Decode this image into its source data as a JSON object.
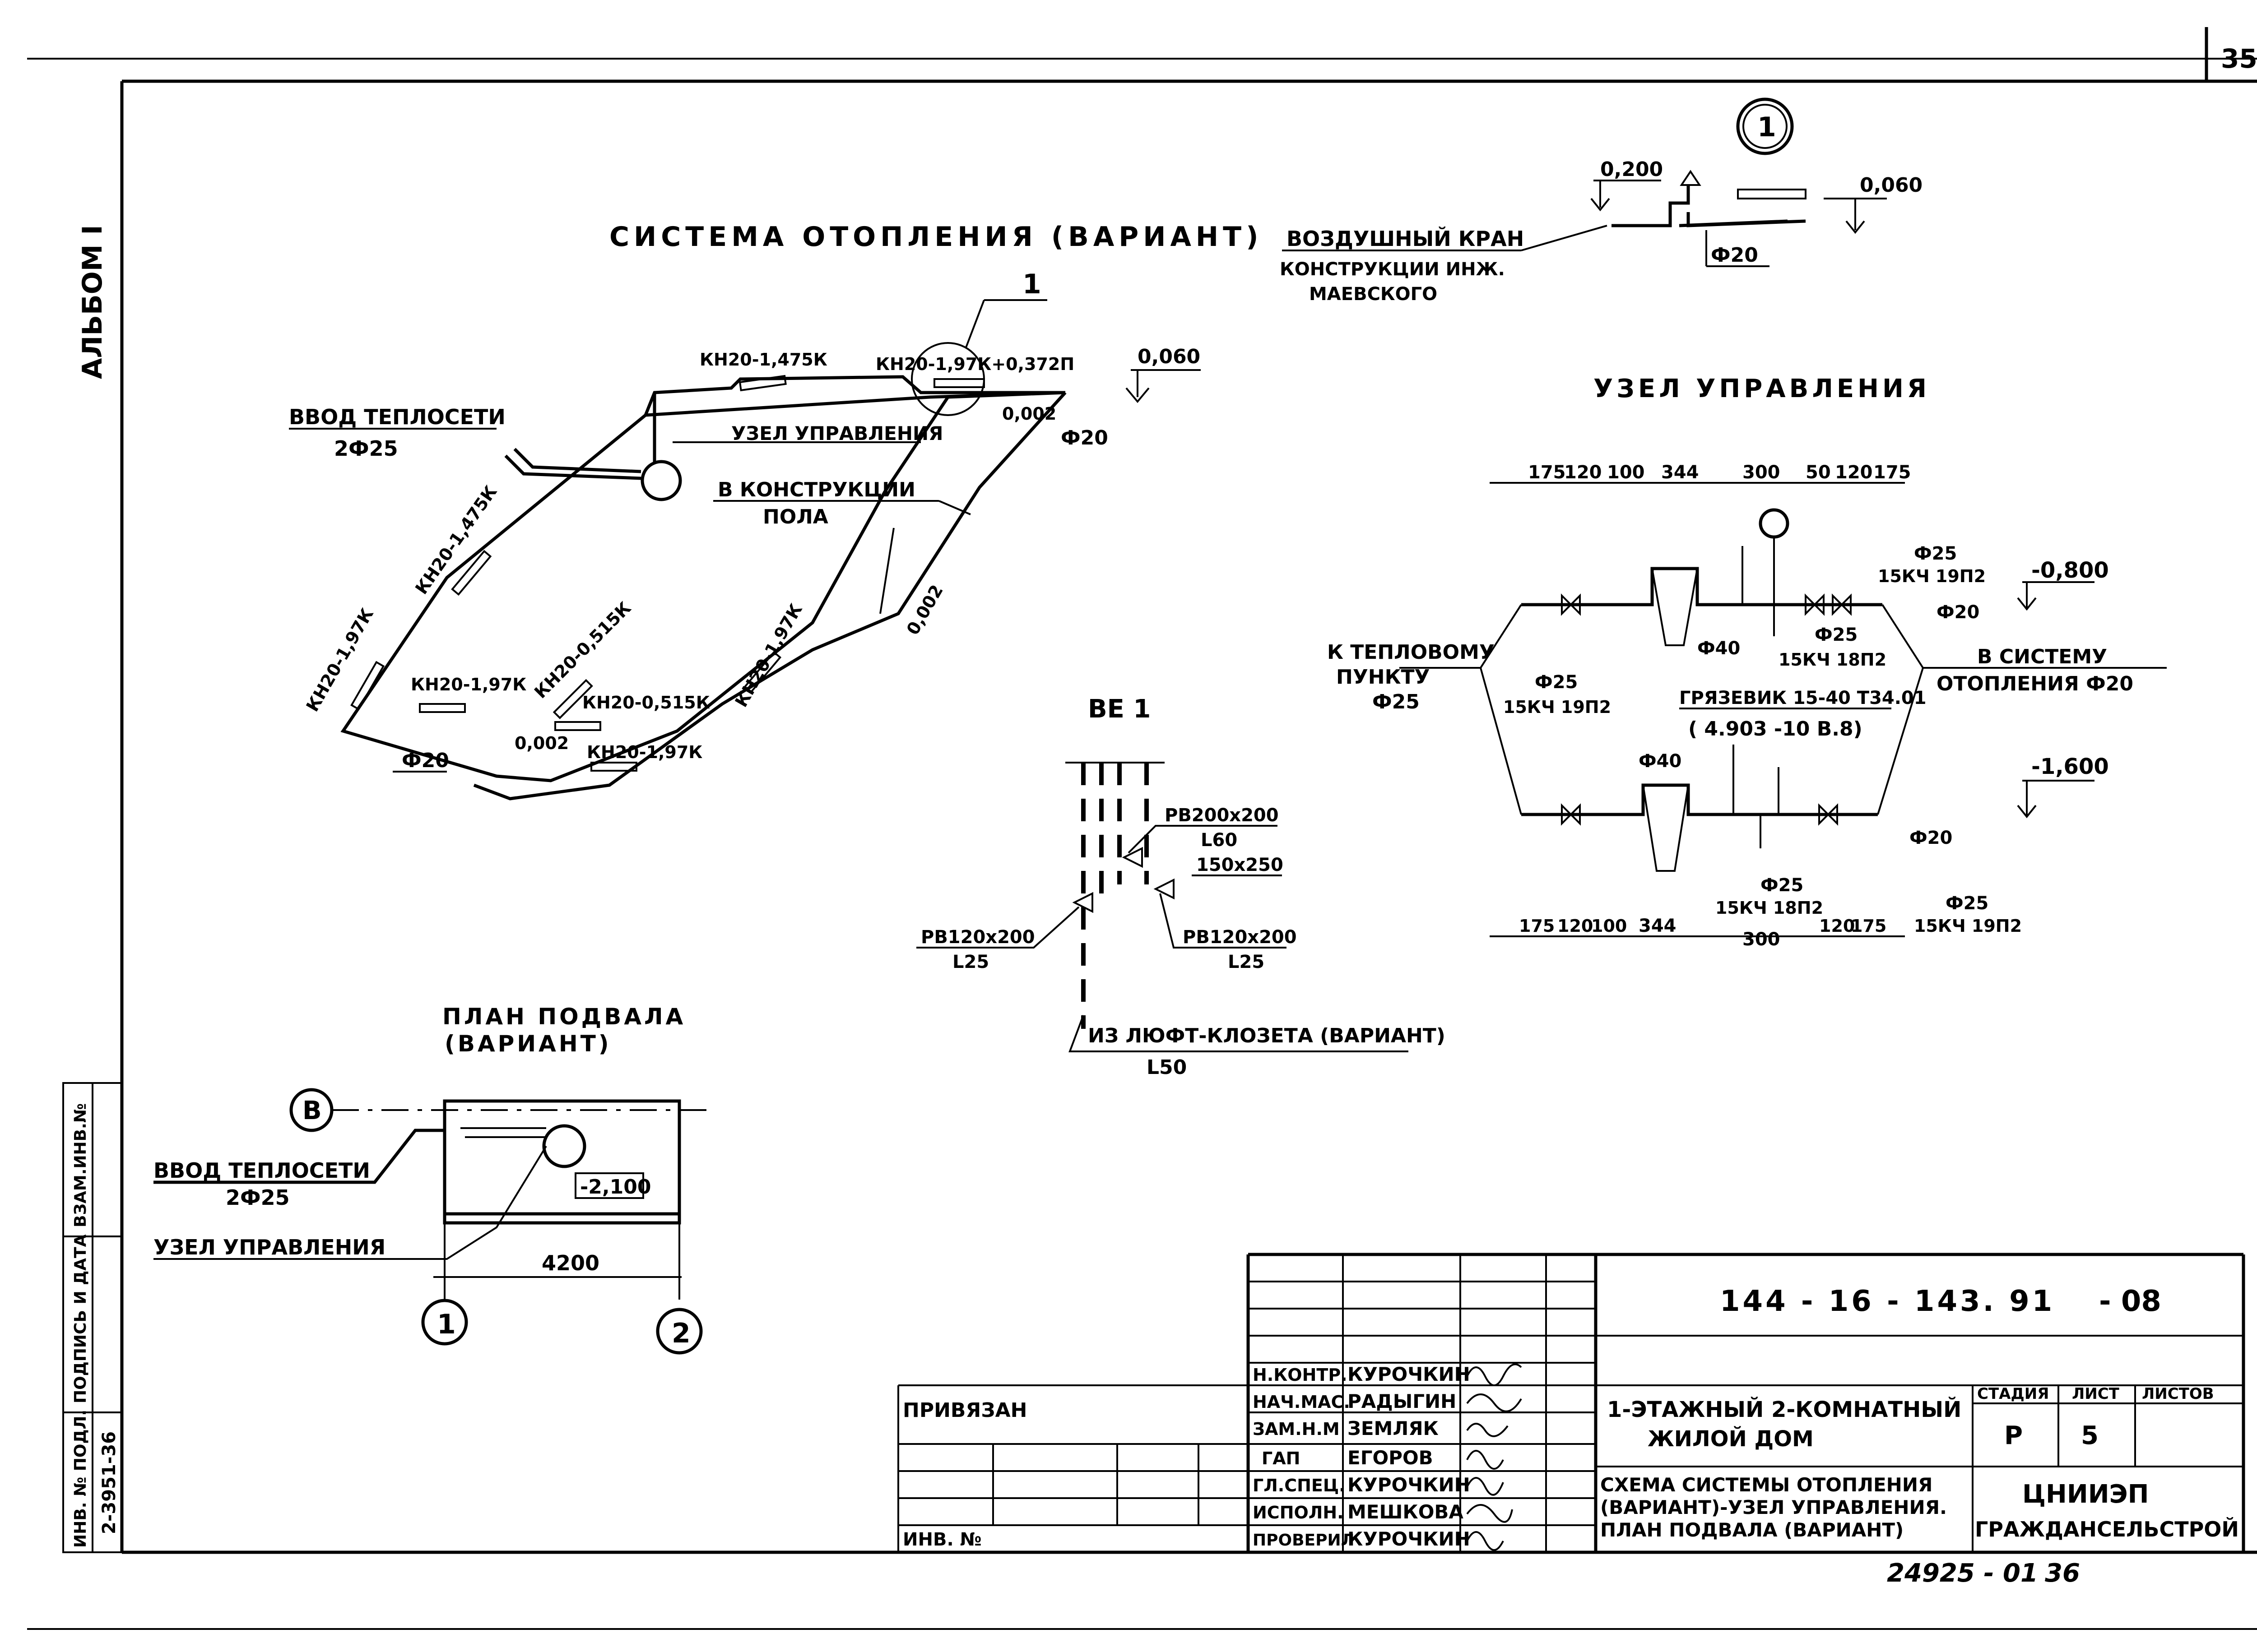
{
  "page_number": "35",
  "album": "АЛЬБОМ I",
  "heating_system": {
    "title": "СИСТЕМА ОТОПЛЕНИЯ (ВАРИАНТ)",
    "callout": "1",
    "inlet_label": "ВВОД ТЕПЛОСЕТИ",
    "inlet_pipe": "2Ф25",
    "control_unit": "УЗЕЛ УПРАВЛЕНИЯ",
    "floor_line1": "В КОНСТРУКЦИИ",
    "floor_line2": "ПОЛА",
    "level": "0,060",
    "pipe_d1": "Ф20",
    "pipe_d2": "Ф20",
    "slope1": "0,002",
    "slope2": "0,002",
    "slope3": "0,002",
    "radiators": [
      "КН20-1,475К",
      "КН20-1,97К+0,372П",
      "КН20-1,475К",
      "КН20-1,97К",
      "КН20-1,97К",
      "КН20-0,515К",
      "КН20-0,515К",
      "КН20-1,97К",
      "КН20-1,97К"
    ]
  },
  "air_valve": {
    "callout": "1",
    "label1": "ВОЗДУШНЫЙ КРАН",
    "label2": "КОНСТРУКЦИИ ИНЖ.",
    "label3": "МАЕВСКОГО",
    "level1": "0,200",
    "level2": "0,060",
    "pipe": "Ф20"
  },
  "control_node": {
    "title": "УЗЕЛ УПРАВЛЕНИЯ",
    "dims_top": [
      "175",
      "120",
      "100",
      "344",
      "300",
      "50",
      "120",
      "175"
    ],
    "dims_bottom": [
      "175",
      "120",
      "100",
      "344",
      "300",
      "120",
      "175"
    ],
    "to_heat_point1": "К ТЕПЛОВОМУ",
    "to_heat_point2": "ПУНКТУ",
    "to_heat_point3": "Ф25",
    "to_system1": "В СИСТЕМУ",
    "to_system2": "ОТОПЛЕНИЯ Ф20",
    "level_top": "-0,800",
    "level_bottom": "-1,600",
    "valve1_d": "Ф25",
    "valve1_type": "15КЧ 19П2",
    "valve2_d": "Ф25",
    "valve2_type": "15КЧ 18П2",
    "valve3_d": "Ф25",
    "valve3_type": "15КЧ 19П2",
    "valve4_d": "Ф25",
    "valve4_type": "15КЧ 18П2",
    "valve5_d": "Ф25",
    "valve5_type": "15КЧ 19П2",
    "pipe_f40_1": "Ф40",
    "pipe_f40_2": "Ф40",
    "pipe_f20_1": "Ф20",
    "pipe_f20_2": "Ф20",
    "mud_trap1": "ГРЯЗЕВИК 15-40 Т34.01",
    "mud_trap2": "( 4.903 -10 В.8)"
  },
  "ventilation": {
    "title": "ВЕ 1",
    "grille1": "РВ200х200",
    "angle1": "L60",
    "size1": "150х250",
    "grille2": "РВ120х200",
    "angle2": "L25",
    "grille3": "РВ120х200",
    "angle3": "L25",
    "from_closet": "ИЗ ЛЮФТ-КЛОЗЕТА (ВАРИАНТ)",
    "angle4": "L50"
  },
  "basement": {
    "title1": "ПЛАН ПОДВАЛА",
    "title2": "(ВАРИАНТ)",
    "axis_b": "В",
    "axis_1": "1",
    "axis_2": "2",
    "inlet_label": "ВВОД ТЕПЛОСЕТИ",
    "inlet_pipe": "2Ф25",
    "control_unit": "УЗЕЛ УПРАВЛЕНИЯ",
    "level": "-2,100",
    "width": "4200"
  },
  "side_stamp": {
    "inv_label": "ИНВ. № ПОДЛ.",
    "sign_label": "ПОДПИСЬ И ДАТА",
    "replace_label": "ВЗАМ.ИНВ.№",
    "inv_value": "2-3951-36"
  },
  "title_block": {
    "doc_code": "144 - 16 - 143. 91",
    "doc_suffix": "- 08",
    "attached": "ПРИВЯЗАН",
    "inv_no": "ИНВ. №",
    "project_name1": "1-ЭТАЖНЫЙ 2-КОМНАТНЫЙ",
    "project_name2": "ЖИЛОЙ ДОМ",
    "sheet_title1": "СХЕМА СИСТЕМЫ ОТОПЛЕНИЯ",
    "sheet_title2": "(ВАРИАНТ)-УЗЕЛ УПРАВЛЕНИЯ.",
    "sheet_title3": "ПЛАН ПОДВАЛА (ВАРИАНТ)",
    "stage_label": "СТАДИЯ",
    "sheet_label": "ЛИСТ",
    "sheets_label": "ЛИСТОВ",
    "stage_value": "Р",
    "sheet_value": "5",
    "org1": "ЦНИИЭП",
    "org2": "ГРАЖДАНСЕЛЬСТРОЙ",
    "roles": [
      {
        "role": "Н.КОНТР.",
        "name": "КУРОЧКИН"
      },
      {
        "role": "НАЧ.МАС.",
        "name": "РАДЫГИН"
      },
      {
        "role": "ЗАМ.Н.М",
        "name": "ЗЕМЛЯК"
      },
      {
        "role": "ГАП",
        "name": "ЕГОРОВ"
      },
      {
        "role": "ГЛ.СПЕЦ.",
        "name": "КУРОЧКИН"
      },
      {
        "role": "ИСПОЛН.",
        "name": "МЕШКОВА"
      },
      {
        "role": "ПРОВЕРИЛ",
        "name": "КУРОЧКИН"
      }
    ]
  },
  "footer_code": "24925 - 01",
  "footer_page": "36"
}
